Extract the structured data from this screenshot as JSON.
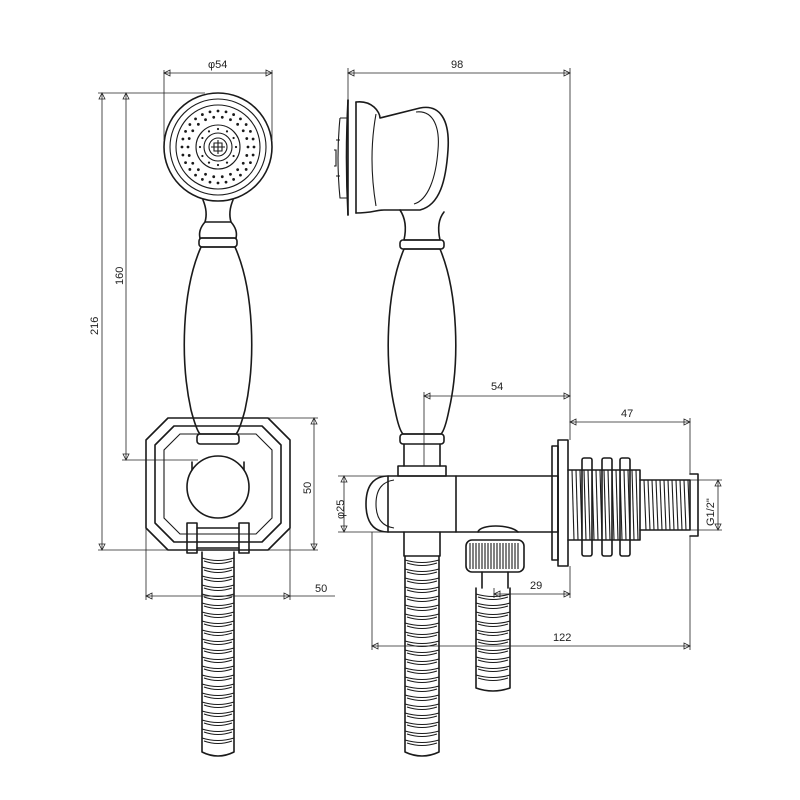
{
  "dimensions": {
    "head_diameter": "φ54",
    "overall_height": "216",
    "handle_height": "160",
    "bracket_height": "50",
    "bracket_width": "50",
    "side_depth": "98",
    "outlet_offset": "54",
    "thread_length": "47",
    "inlet_diameter": "φ25",
    "thread_size": "G1/2\"",
    "elbow_offset": "29",
    "total_depth": "122"
  },
  "colors": {
    "line": "#1a1a1a",
    "background": "#ffffff"
  }
}
